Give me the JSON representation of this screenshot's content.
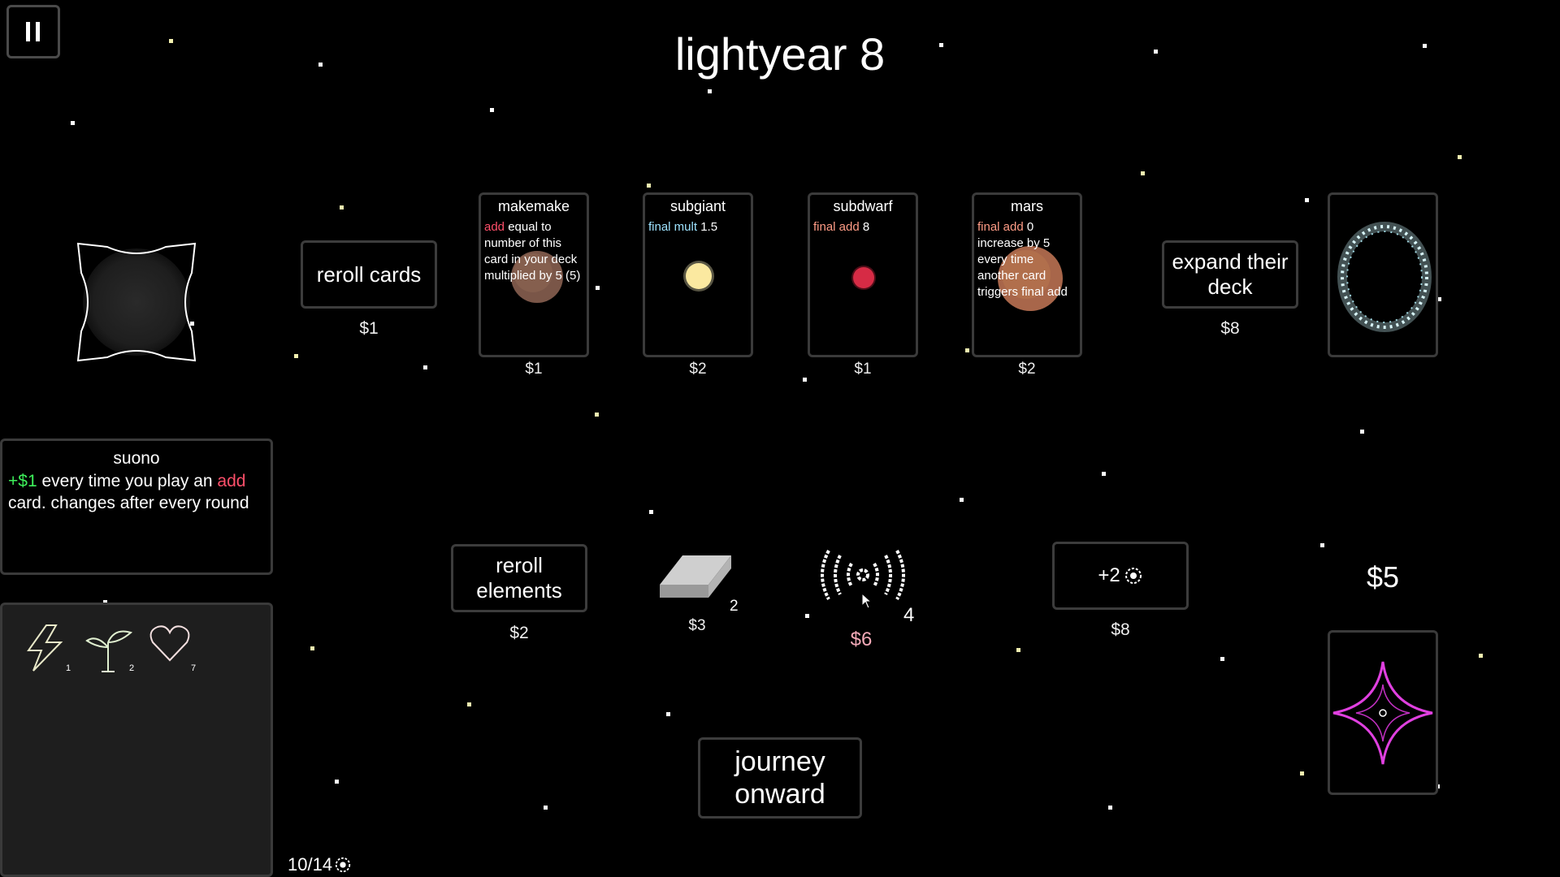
{
  "title": "lightyear 8",
  "pause_icon": "pause-icon",
  "reroll_cards": {
    "label": "reroll cards",
    "price": "$1"
  },
  "cards": [
    {
      "name": "makemake",
      "price": "$1",
      "desc": [
        {
          "t": "add",
          "c": "red"
        },
        {
          "t": " equal to number of this card in your deck multiplied by 5 (5)",
          "c": ""
        }
      ]
    },
    {
      "name": "subgiant",
      "price": "$2",
      "desc": [
        {
          "t": "final mult",
          "c": "cyan"
        },
        {
          "t": " 1.5",
          "c": ""
        }
      ]
    },
    {
      "name": "subdwarf",
      "price": "$1",
      "desc": [
        {
          "t": "final add",
          "c": "salmon"
        },
        {
          "t": " 8",
          "c": ""
        }
      ]
    },
    {
      "name": "mars",
      "price": "$2",
      "desc": [
        {
          "t": "final add",
          "c": "salmon"
        },
        {
          "t": " 0 increase by 5 every time another card triggers final add",
          "c": ""
        }
      ]
    }
  ],
  "expand_deck": {
    "label": "expand their deck",
    "price": "$8"
  },
  "info_panel": {
    "title": "suono",
    "desc": [
      {
        "t": "+$1",
        "c": "green"
      },
      {
        "t": " every time you play an ",
        "c": ""
      },
      {
        "t": "add",
        "c": "red"
      },
      {
        "t": " card. changes after every round",
        "c": ""
      }
    ]
  },
  "inventory": [
    {
      "icon": "lightning-icon",
      "count": "1"
    },
    {
      "icon": "sprout-icon",
      "count": "2"
    },
    {
      "icon": "heart-icon",
      "count": "7"
    }
  ],
  "reroll_elements": {
    "label": "reroll elements",
    "price": "$2"
  },
  "elements": [
    {
      "icon": "metal-ingot-icon",
      "count": "2",
      "price": "$3"
    },
    {
      "icon": "sound-waves-icon",
      "count": "4",
      "price": "$6"
    }
  ],
  "upgrade": {
    "label": "+2",
    "price": "$8"
  },
  "money": "$5",
  "journey": {
    "label": "journey onward"
  },
  "deck_count": "10/14",
  "colors": {
    "accent_red": "#ff4f6a",
    "final_add": "#ff9c86",
    "final_mult": "#9ee3ff",
    "money_gain": "#3df05a",
    "unaffordable": "#f2a9b7",
    "star_card": "#e040e0"
  }
}
